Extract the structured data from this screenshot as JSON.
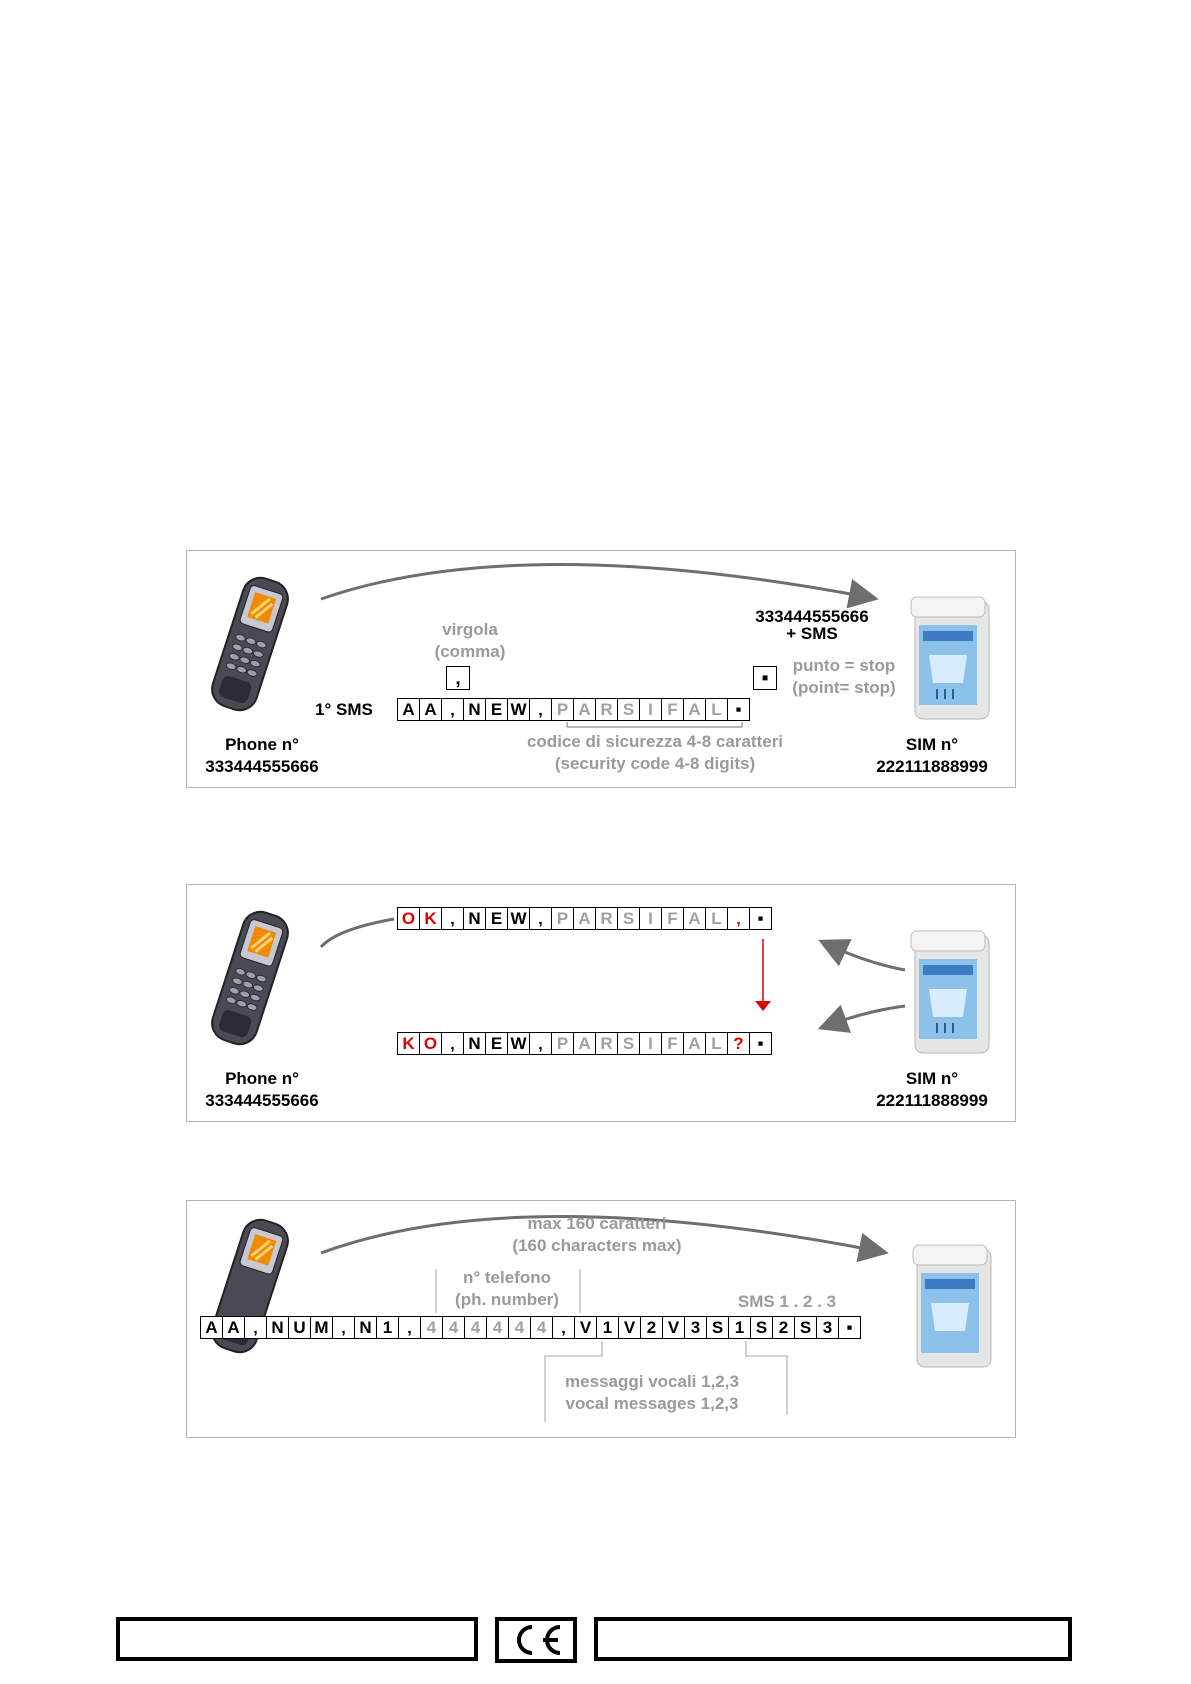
{
  "panel1": {
    "destination_number": "333444555666",
    "plus_sms": "+ SMS",
    "comma_label": "virgola",
    "comma_label_en": "(comma)",
    "stop_label": "punto = stop",
    "stop_label_en": "(point= stop)",
    "sms_label": "1° SMS",
    "sms_cells": [
      "A",
      "A",
      "‚",
      "N",
      "E",
      "W",
      "‚",
      "P",
      "A",
      "R",
      "S",
      "I",
      "F",
      "A",
      "L",
      "▪"
    ],
    "code_label": "codice di sicurezza 4-8 caratteri",
    "code_label_en": "(security code 4-8 digits)",
    "phone_label": "Phone n°",
    "phone_number": "333444555666",
    "sim_label": "SIM n°",
    "sim_number": "222111888999",
    "comma_symbol": "‚",
    "stop_symbol": "▪"
  },
  "panel2": {
    "ok_cells": [
      "O",
      "K",
      "‚",
      "N",
      "E",
      "W",
      "‚",
      "P",
      "A",
      "R",
      "S",
      "I",
      "F",
      "A",
      "L",
      "‚",
      "▪"
    ],
    "ko_cells": [
      "K",
      "O",
      "‚",
      "N",
      "E",
      "W",
      "‚",
      "P",
      "A",
      "R",
      "S",
      "I",
      "F",
      "A",
      "L",
      "?",
      "▪"
    ],
    "phone_label": "Phone n°",
    "phone_number": "333444555666",
    "sim_label": "SIM n°",
    "sim_number": "222111888999"
  },
  "panel3": {
    "max_label": "max 160 caratteri",
    "max_label_en": "(160 characters max)",
    "phone_field_label": "n° telefono",
    "phone_field_label_en": "(ph. number)",
    "sms_label": "SMS 1 . 2 . 3",
    "cells": [
      "A",
      "A",
      "‚",
      "N",
      "U",
      "M",
      "‚",
      "N",
      "1",
      "‚",
      "4",
      "4",
      "4",
      "4",
      "4",
      "4",
      "‚",
      "V",
      "1",
      "V",
      "2",
      "V",
      "3",
      "S",
      "1",
      "S",
      "2",
      "S",
      "3",
      "▪"
    ],
    "vocal_label": "messaggi vocali 1,2,3",
    "vocal_label_en": "vocal messages 1,2,3"
  },
  "colors": {
    "red": "#e00000",
    "gray_text": "#9a9a9a",
    "arrow_gray": "#6e6e6e"
  }
}
